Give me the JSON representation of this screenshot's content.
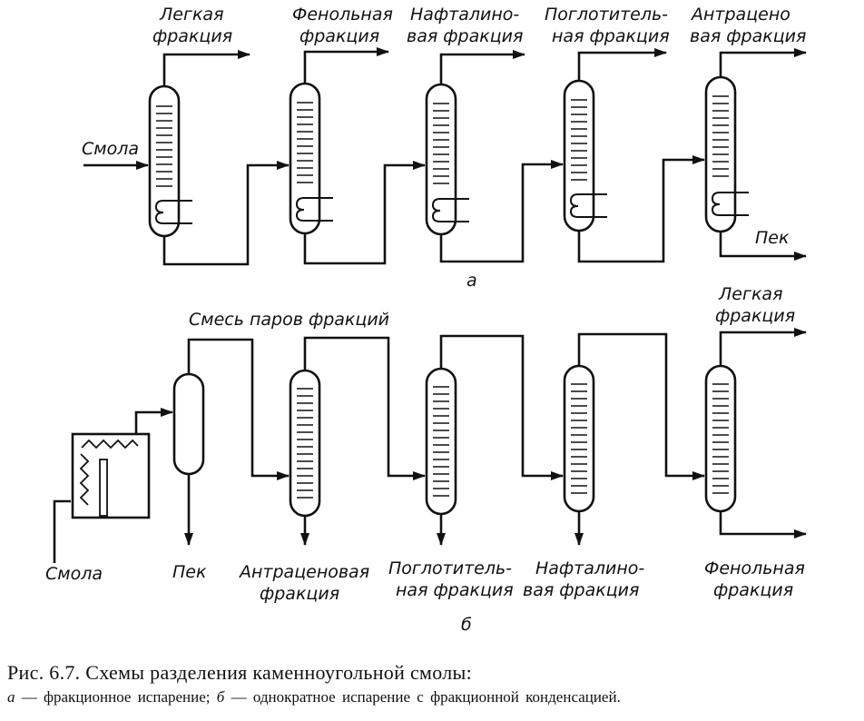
{
  "scheme_a": {
    "columns": [
      {
        "name": "column-a1",
        "top_label": [
          "Легкая",
          "фракция"
        ]
      },
      {
        "name": "column-a2",
        "top_label": [
          "Фенольная",
          "фракция"
        ]
      },
      {
        "name": "column-a3",
        "top_label": [
          "Нафталино-",
          "вая фракция"
        ]
      },
      {
        "name": "column-a4",
        "top_label": [
          "Поглотитель-",
          "ная фракция"
        ]
      },
      {
        "name": "column-a5",
        "top_label": [
          "Антрацено",
          "вая фракция"
        ]
      }
    ],
    "feed_label": "Смола",
    "residue_label": "Пек",
    "letter": "а"
  },
  "scheme_b": {
    "vapor_label": "Смесь паров фракций",
    "top_label": [
      "Легкая",
      "фракция"
    ],
    "feed_label": "Смола",
    "bottom_labels": [
      [
        "Пек"
      ],
      [
        "Антраценовая",
        "фракция"
      ],
      [
        "Поглотитель-",
        "ная фракция"
      ],
      [
        "Нафталино-",
        "вая фракция"
      ],
      [
        "Фенольная",
        "фракция"
      ]
    ],
    "letter": "б"
  },
  "caption": {
    "title": "Рис. 6.7. Схемы разделения каменноугольной смолы:",
    "a_letter": "а",
    "a_text": " — фракционное испарение; ",
    "b_letter": "б",
    "b_text": " — однократное испарение с фракционной конденсацией."
  }
}
